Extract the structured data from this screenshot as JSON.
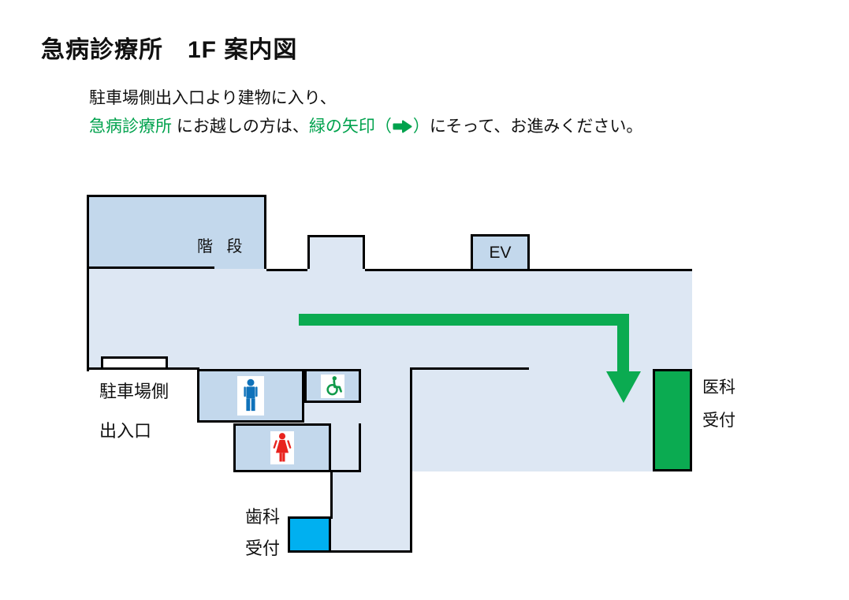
{
  "title": "急病診療所　1F 案内図",
  "instructions": {
    "line1": "駐車場側出入口より建物に入り、",
    "line2": {
      "part1_green": "急病診療所",
      "part2_black": " にお越しの方は、",
      "part3_green": "緑の矢印（",
      "arrow_icon": "green-right-arrow-icon",
      "part4_green": "）",
      "part5_black": "にそって、お進みください。"
    }
  },
  "floorplan": {
    "rooms": {
      "stairs": {
        "label": "階 段"
      },
      "elevator": {
        "label": "EV"
      },
      "entrance": {
        "label_line1": "駐車場側",
        "label_line2": "出入口"
      },
      "dental_reception": {
        "label_line1": "歯科",
        "label_line2": "受付",
        "color": "#00b0f0"
      },
      "medical_reception": {
        "label_line1": "医科",
        "label_line2": "受付",
        "color": "#0bab51"
      }
    },
    "icons": {
      "mens_toilet": "mens-toilet-icon",
      "womens_toilet": "womens-toilet-icon",
      "accessible_toilet": "wheelchair-icon",
      "route_arrow": "route-down-arrow-icon"
    },
    "colors": {
      "hall_floor": "#dde7f3",
      "room_fill": "#c3d8ec",
      "wall": "#000000",
      "route_arrow_green": "#0bab51",
      "text_green": "#00a24d",
      "mens_icon_blue": "#0f72ba",
      "womens_icon_red": "#e8231e",
      "accessible_icon_green": "#119a4b",
      "dental_cyan": "#00b0f0"
    }
  }
}
